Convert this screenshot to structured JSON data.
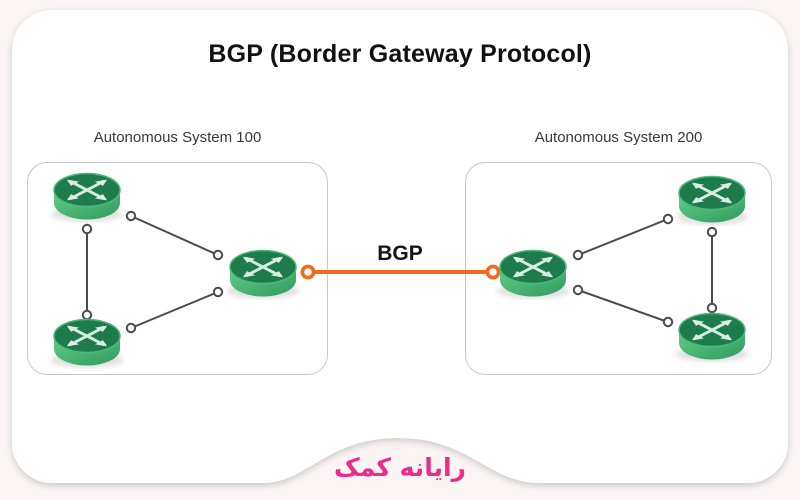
{
  "title": "BGP (Border Gateway Protocol)",
  "diagram": {
    "link": {
      "label": "BGP",
      "color": "#f4691a",
      "endpoint_style": "ring"
    },
    "as_left": {
      "label": "Autonomous System 100",
      "router_count": 3
    },
    "as_right": {
      "label": "Autonomous System 200",
      "router_count": 3
    },
    "colors": {
      "router_top_green": "#1e7c4c",
      "router_side_green": "#3fae67",
      "router_arrow": "#d8eee1",
      "connection_gray": "#4a4a4a",
      "box_border": "#c8c8c8",
      "card_background": "#ffffff",
      "page_background": "#faf4f5"
    }
  },
  "footer": {
    "logo_text": "رایانه کمک",
    "logo_color": "#ec2a87"
  }
}
